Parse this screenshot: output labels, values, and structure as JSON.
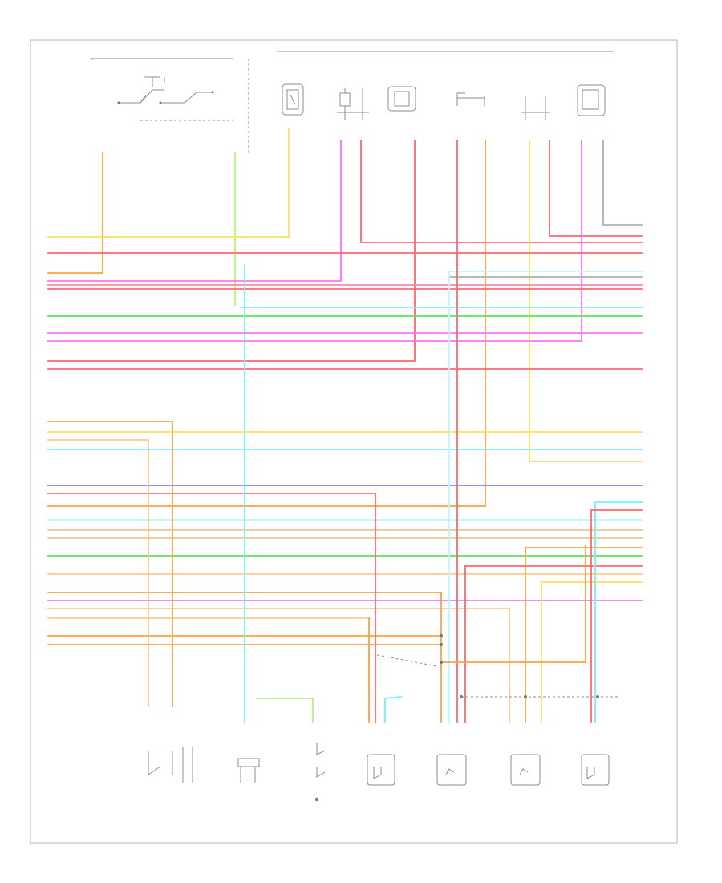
{
  "diagram": {
    "page_number": "",
    "top_bracket_label": "",
    "sensor_bracket_label": ""
  },
  "colors": {
    "orange": "#ffa040",
    "light_orange": "#ffc890",
    "yellow": "#ffe060",
    "pale_yellow": "#ffee90",
    "red": "#ff6870",
    "pink": "#ff88a8",
    "magenta": "#ff70ff",
    "green": "#60e060",
    "light_green": "#b8f080",
    "cyan": "#70f0ff",
    "light_cyan": "#b8f8ff",
    "blue": "#8080ff",
    "tan": "#e8c890",
    "gray": "#b0b0b0"
  },
  "components": [
    {
      "id": "brake-switch",
      "icon": "switch-contacts-icon"
    },
    {
      "id": "shift-solenoid-a",
      "icon": "solenoid-icon"
    },
    {
      "id": "shift-solenoid-b",
      "icon": "solenoid-icon"
    },
    {
      "id": "coast-clutch-solenoid",
      "icon": "solenoid-icon"
    },
    {
      "id": "transmission-fluid-temp-sensor",
      "icon": "thermistor-icon"
    },
    {
      "id": "pressure-control-solenoid",
      "icon": "solenoid-icon"
    },
    {
      "id": "torque-converter-clutch-solenoid",
      "icon": "solenoid-icon"
    },
    {
      "id": "park-neutral-switch",
      "icon": "switch-icon"
    },
    {
      "id": "output-shaft-speed-sensor",
      "icon": "sensor-icon"
    },
    {
      "id": "4x4-low-switch",
      "icon": "switch-icon"
    },
    {
      "id": "oxygen-sensor-1",
      "icon": "heated-sensor-icon"
    },
    {
      "id": "oxygen-sensor-2",
      "icon": "heated-sensor-icon"
    },
    {
      "id": "oxygen-sensor-3",
      "icon": "heated-sensor-icon"
    },
    {
      "id": "oxygen-sensor-4",
      "icon": "heated-sensor-icon"
    }
  ]
}
